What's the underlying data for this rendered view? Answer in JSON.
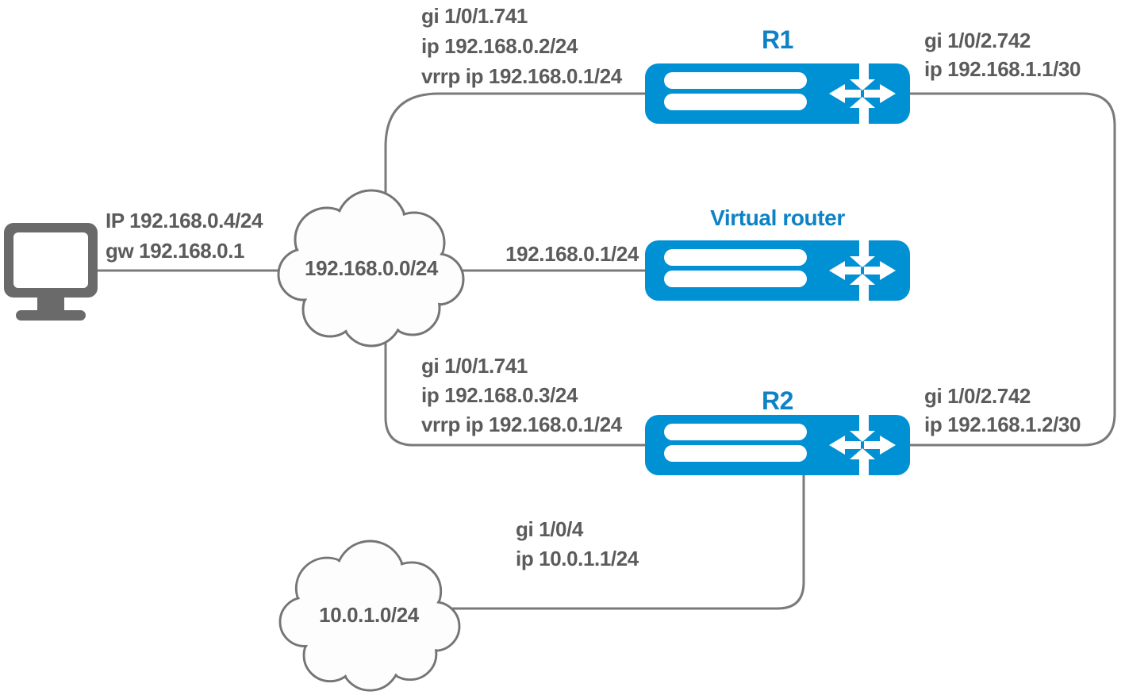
{
  "diagram_type": "network-topology",
  "colors": {
    "router_fill_blue": "#0091d5",
    "router_name_blue": "#0d82c5",
    "label_gray": "#5b5b5b",
    "line_gray": "#7a7a7a",
    "pc_gray": "#6a6a6a",
    "cloud_fill": "#fdfdfd",
    "cloud_stroke": "#757575"
  },
  "pc": {
    "ip_label": "IP 192.168.0.4/24",
    "gateway_label": "gw 192.168.0.1"
  },
  "clouds": {
    "lan": {
      "label": "192.168.0.0/24"
    },
    "remote": {
      "label": "10.0.1.0/24"
    }
  },
  "routers": {
    "r1": {
      "name": "R1",
      "lan_interface": {
        "line1": "gi 1/0/1.741",
        "line2": "ip 192.168.0.2/24",
        "line3": "vrrp ip 192.168.0.1/24"
      },
      "wan_interface": {
        "line1": "gi 1/0/2.742",
        "line2": "ip 192.168.1.1/30"
      }
    },
    "virtual_router": {
      "name": "Virtual router",
      "address": "192.168.0.1/24"
    },
    "r2": {
      "name": "R2",
      "lan_interface": {
        "line1": "gi 1/0/1.741",
        "line2": "ip 192.168.0.3/24",
        "line3": "vrrp ip 192.168.0.1/24"
      },
      "wan_interface": {
        "line1": "gi 1/0/2.742",
        "line2": "ip 192.168.1.2/30"
      },
      "downlink_interface": {
        "line1": "gi 1/0/4",
        "line2": "ip 10.0.1.1/24"
      }
    }
  },
  "links": [
    {
      "from": "pc",
      "to": "cloud 192.168.0.0/24"
    },
    {
      "from": "cloud 192.168.0.0/24",
      "to": "R1"
    },
    {
      "from": "cloud 192.168.0.0/24",
      "to": "Virtual router"
    },
    {
      "from": "cloud 192.168.0.0/24",
      "to": "R2"
    },
    {
      "from": "R1",
      "to": "R2"
    },
    {
      "from": "R2",
      "to": "cloud 10.0.1.0/24"
    }
  ]
}
